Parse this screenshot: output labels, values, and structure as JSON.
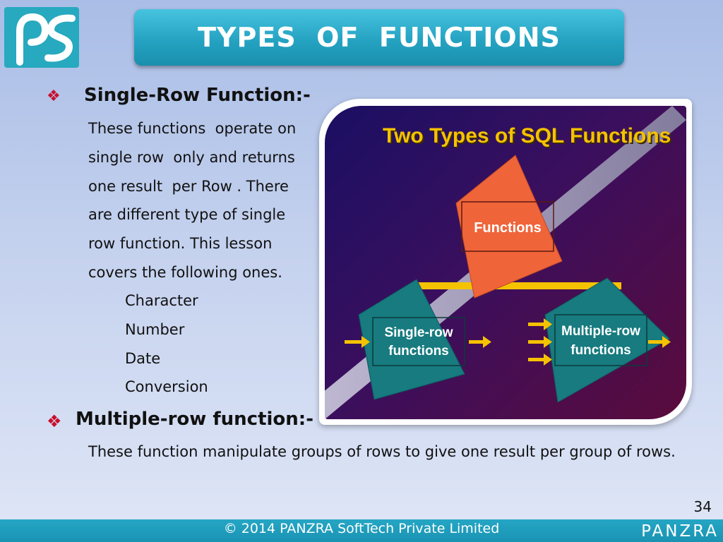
{
  "slide": {
    "title": "TYPES  OF  FUNCTIONS",
    "section1": {
      "heading": "Single-Row Function:-",
      "lines": [
        "These functions  operate on",
        "single row  only and returns",
        "one result  per Row . There",
        "are different type of single",
        "row function. This lesson",
        "covers the following ones."
      ],
      "items": [
        "Character",
        "Number",
        "Date",
        "Conversion"
      ]
    },
    "section2": {
      "heading": "Multiple-row function:-",
      "description": "These function manipulate groups of rows to give one result per group of rows."
    },
    "figure": {
      "title": "Two Types of SQL Functions",
      "main_box": "Functions",
      "left_box": [
        "Single-row",
        "functions"
      ],
      "right_box": [
        "Multiple-row",
        "functions"
      ]
    },
    "page_number": "34",
    "footer": "© 2014 PANZRA SoftTech Private Limited",
    "brand": "PANZRA",
    "colors": {
      "accent": "#25a6c4",
      "bullet": "#c8102e",
      "orange": "#f0643a",
      "teal": "#177b7f",
      "yellow": "#f5c200"
    }
  }
}
